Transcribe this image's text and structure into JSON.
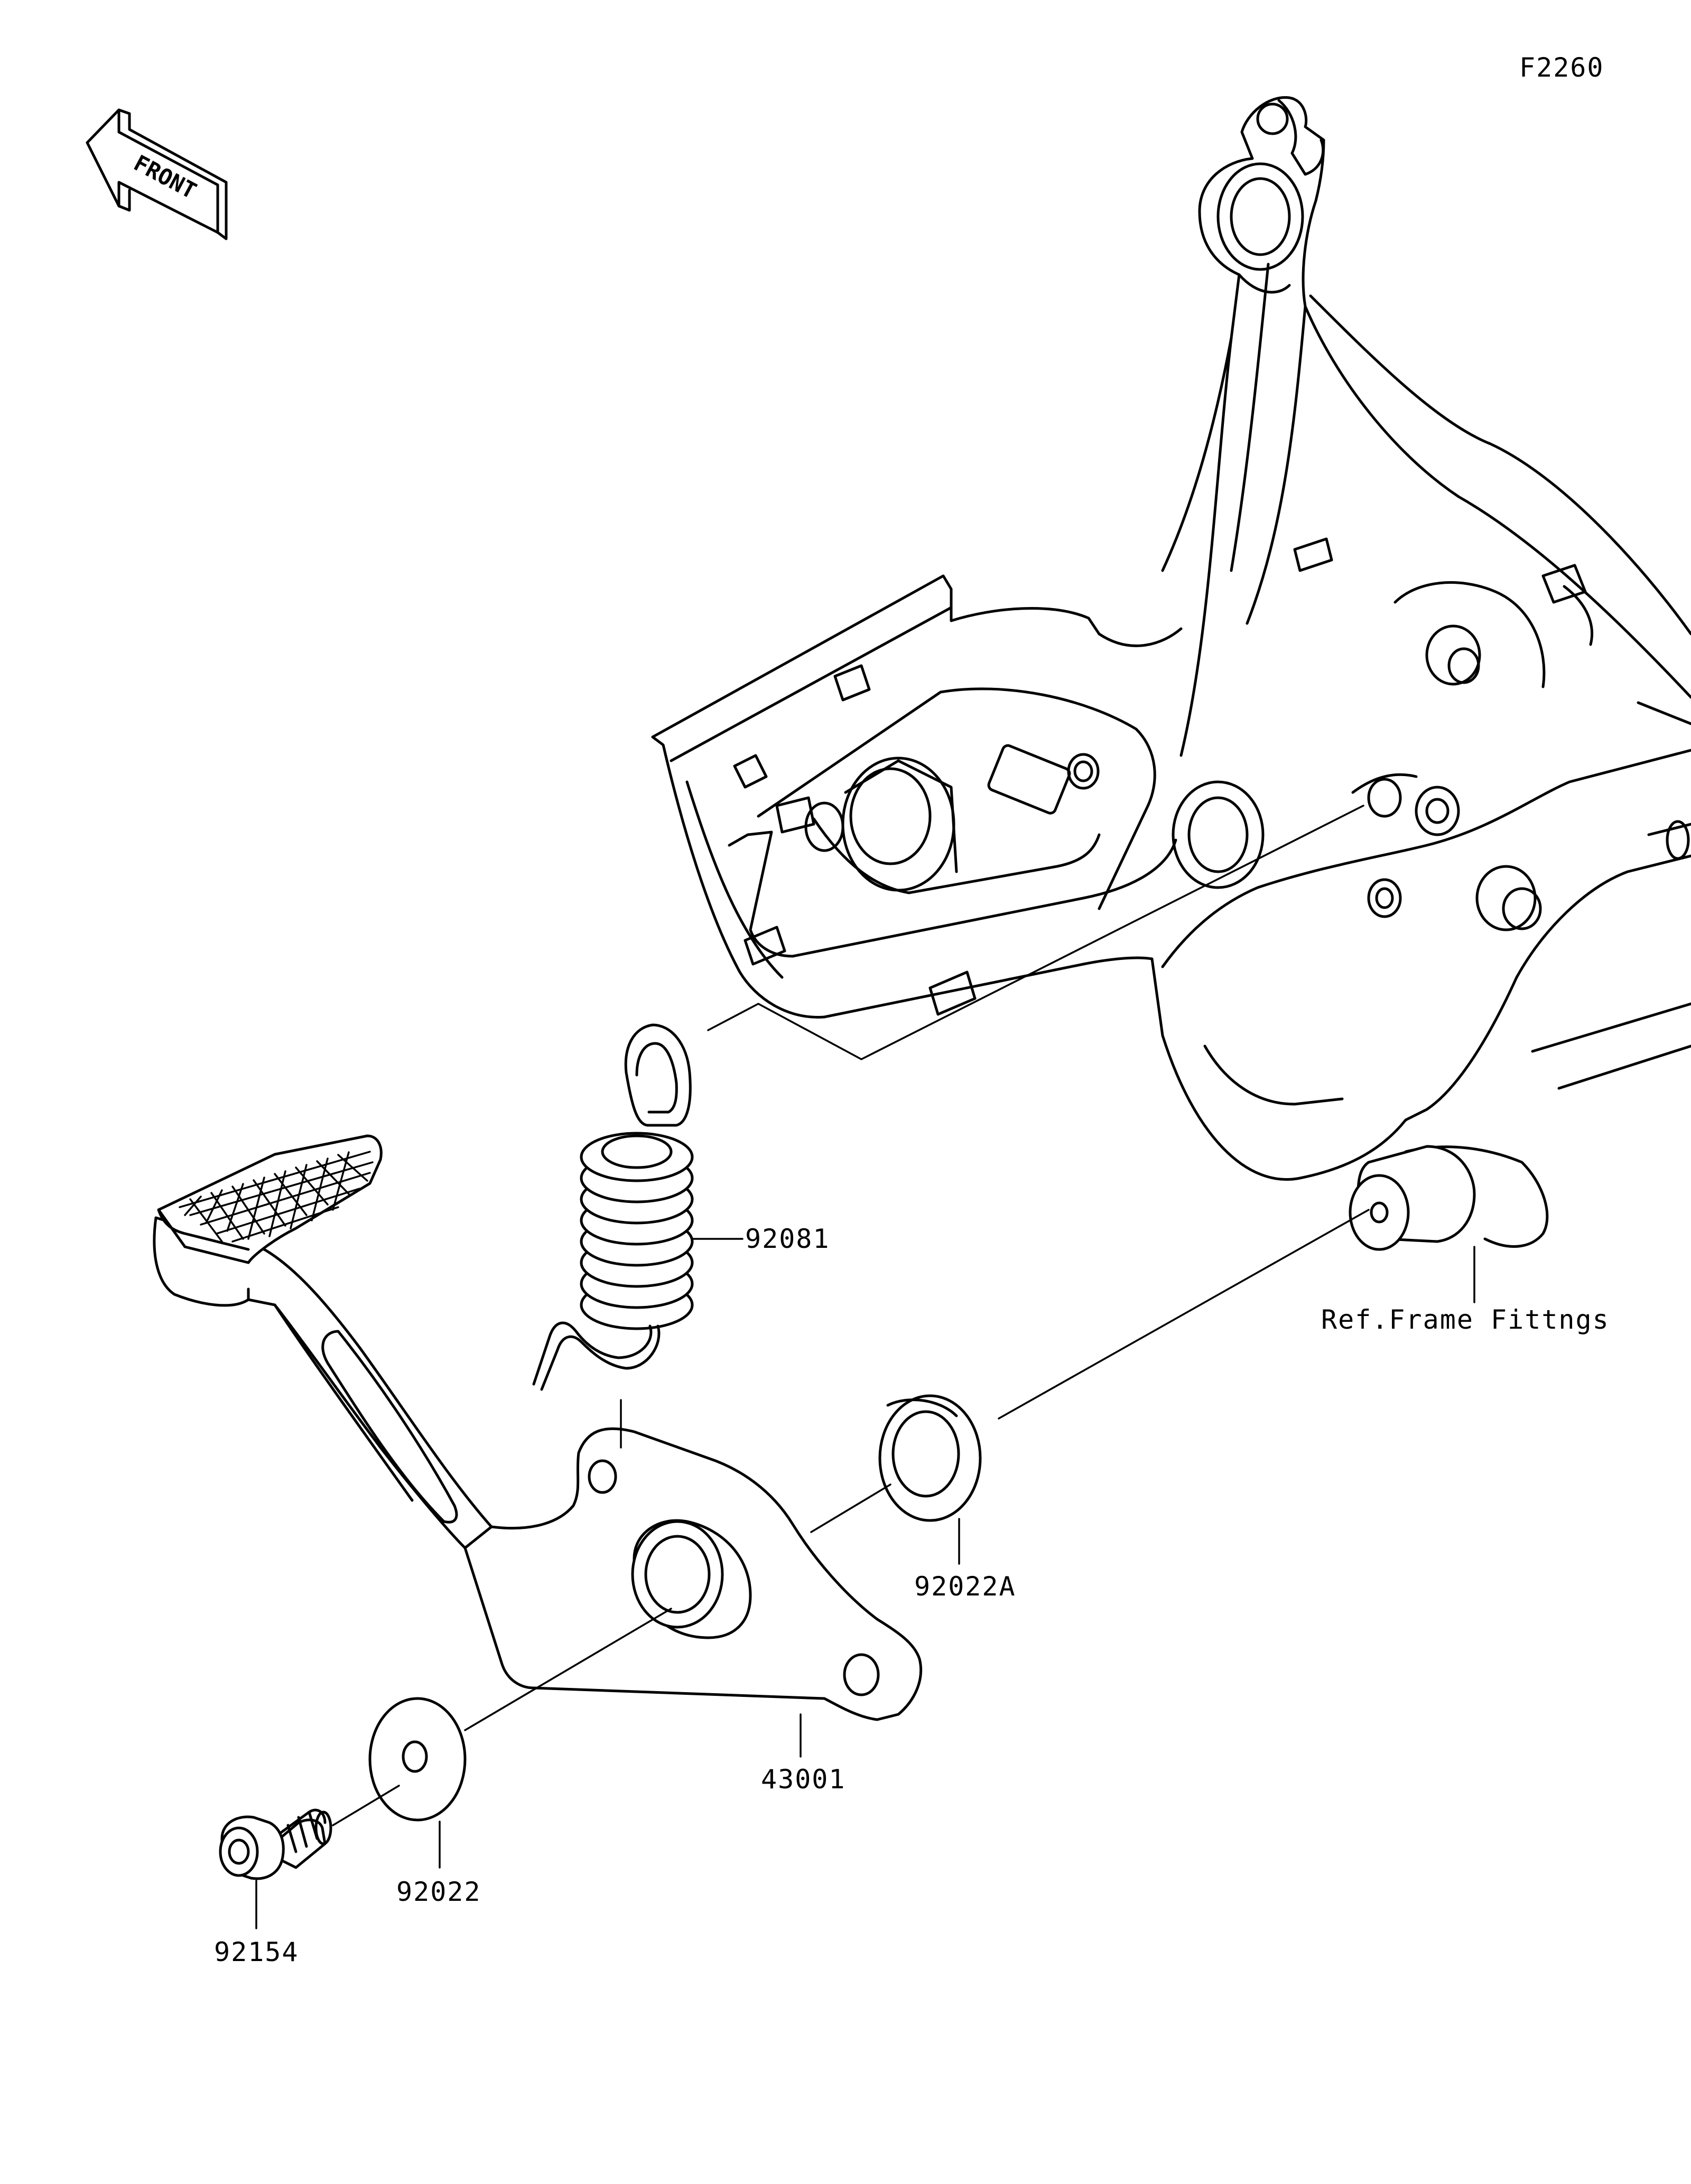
{
  "figure_code": "F2260",
  "orientation_label": "FRONT",
  "parts": [
    {
      "number": "92081"
    },
    {
      "number": "92022A"
    },
    {
      "number": "43001"
    },
    {
      "number": "92022"
    },
    {
      "number": "92154"
    }
  ],
  "reference_note": "Ref.Frame Fittngs",
  "icons": [
    "front-arrow-icon"
  ]
}
